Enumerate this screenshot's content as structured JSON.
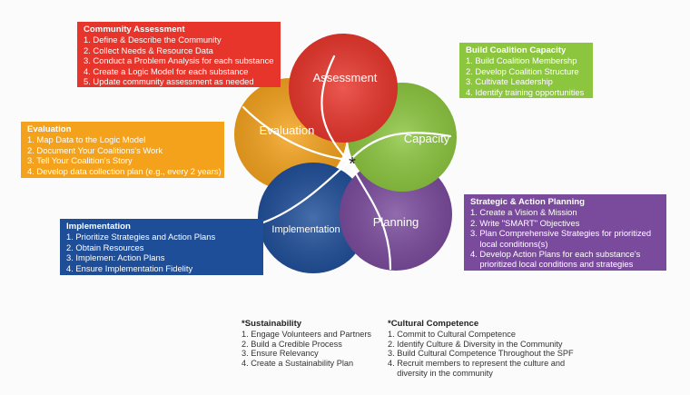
{
  "wheel": {
    "segments": [
      {
        "label": "Assessment",
        "color": "#e8352b"
      },
      {
        "label": "Capacity",
        "color": "#8cc63f"
      },
      {
        "label": "Planning",
        "color": "#7a4a9c"
      },
      {
        "label": "Implementation",
        "color": "#1f4e99"
      },
      {
        "label": "Evaluation",
        "color": "#f4a21c"
      }
    ],
    "center_mark": "*"
  },
  "boxes": {
    "assessment": {
      "title": "Community Assessment",
      "items": [
        "1. Define & Describe the Community",
        "2. Collect Needs & Resource Data",
        "3. Conduct a Problem Analysis for each substance",
        "4. Create a Logic Model for each substance",
        "5. Update community assessment as needed"
      ]
    },
    "capacity": {
      "title": "Build Coalition Capacity",
      "items": [
        "1. Build Coalition Membershp",
        "2. Develop Coalition Structure",
        "3. Cultivate Leadership",
        "4. Identify training opportunities"
      ]
    },
    "evaluation": {
      "title": "Evaluation",
      "items": [
        "1. Map Data to the Logic Model",
        "2. Document Your Coalitions's Work",
        "3. Tell Your Coalition's Story",
        "4. Develop data collection plan (e.g., every 2 years)"
      ]
    },
    "planning": {
      "title": "Strategic & Action Planning",
      "items": [
        "1. Create a Vision & Mission",
        "2. Write \"SMART\" Objectives",
        "3. Plan Comprehensive Strategies for prioritized",
        "    local conditions(s)",
        "4. Develop Action Plans for each substance's",
        "    prioritized local conditions and strategies"
      ]
    },
    "implementation": {
      "title": "Implementation",
      "items": [
        "1. Prioritize Strategies and Action Plans",
        "2. Obtain Resources",
        "3. Implemen: Action Plans",
        "4. Ensure Implementation Fidelity"
      ]
    }
  },
  "sustainability": {
    "title": "*Sustainability",
    "items": [
      "1. Engage Volunteers and Partners",
      "2. Build a Credible Process",
      "3. Ensure Relevancy",
      "4. Create a Sustainability Plan"
    ]
  },
  "cultural": {
    "title": "*Cultural Competence",
    "items": [
      "1. Commit to Cultural Competence",
      "2. Identify Culture & Diversity in the Community",
      "3. Build Cultural Competence Throughout the SPF",
      "4. Recruit members to represent the culture and",
      "    diversity in the community"
    ]
  }
}
